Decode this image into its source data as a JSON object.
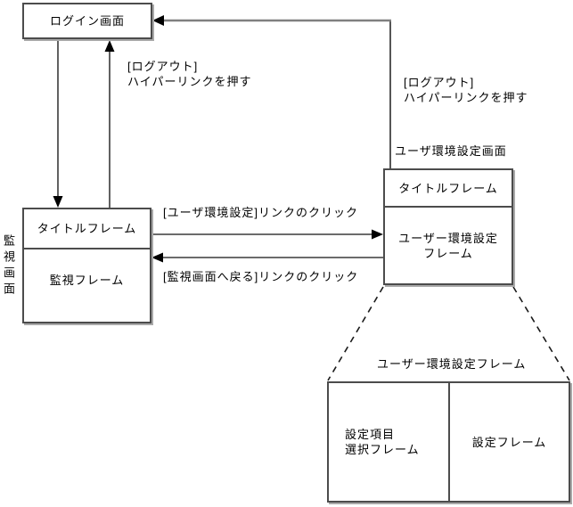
{
  "boxes": {
    "login": {
      "title": "ログイン画面"
    },
    "monitor": {
      "side_label": "監視画面",
      "title_frame": "タイトルフレーム",
      "body_frame": "監視フレーム"
    },
    "user_env": {
      "caption": "ユーザ環境設定画面",
      "title_frame": "タイトルフレーム",
      "body_frame": "ユーザー環境設定\nフレーム"
    },
    "env_detail": {
      "caption": "ユーザー環境設定フレーム",
      "left_frame": "設定項目\n選択フレーム",
      "right_frame": "設定フレーム"
    }
  },
  "edges": {
    "logout_from_monitor": "[ログアウト]\nハイパーリンクを押す",
    "logout_from_user_env": "[ログアウト]\nハイパーリンクを押す",
    "open_user_env": "[ユーザ環境設定]リンクのクリック",
    "back_to_monitor": "[監視画面へ戻る]リンクのクリック"
  },
  "colors": {
    "background": "#ffffff",
    "box_border": "#4c4c4c",
    "box_shadow": "#a9a9a9",
    "line_dark": "#3a3a3a",
    "line_gray": "#808080",
    "arrowhead": "#000000",
    "text": "#000000"
  }
}
